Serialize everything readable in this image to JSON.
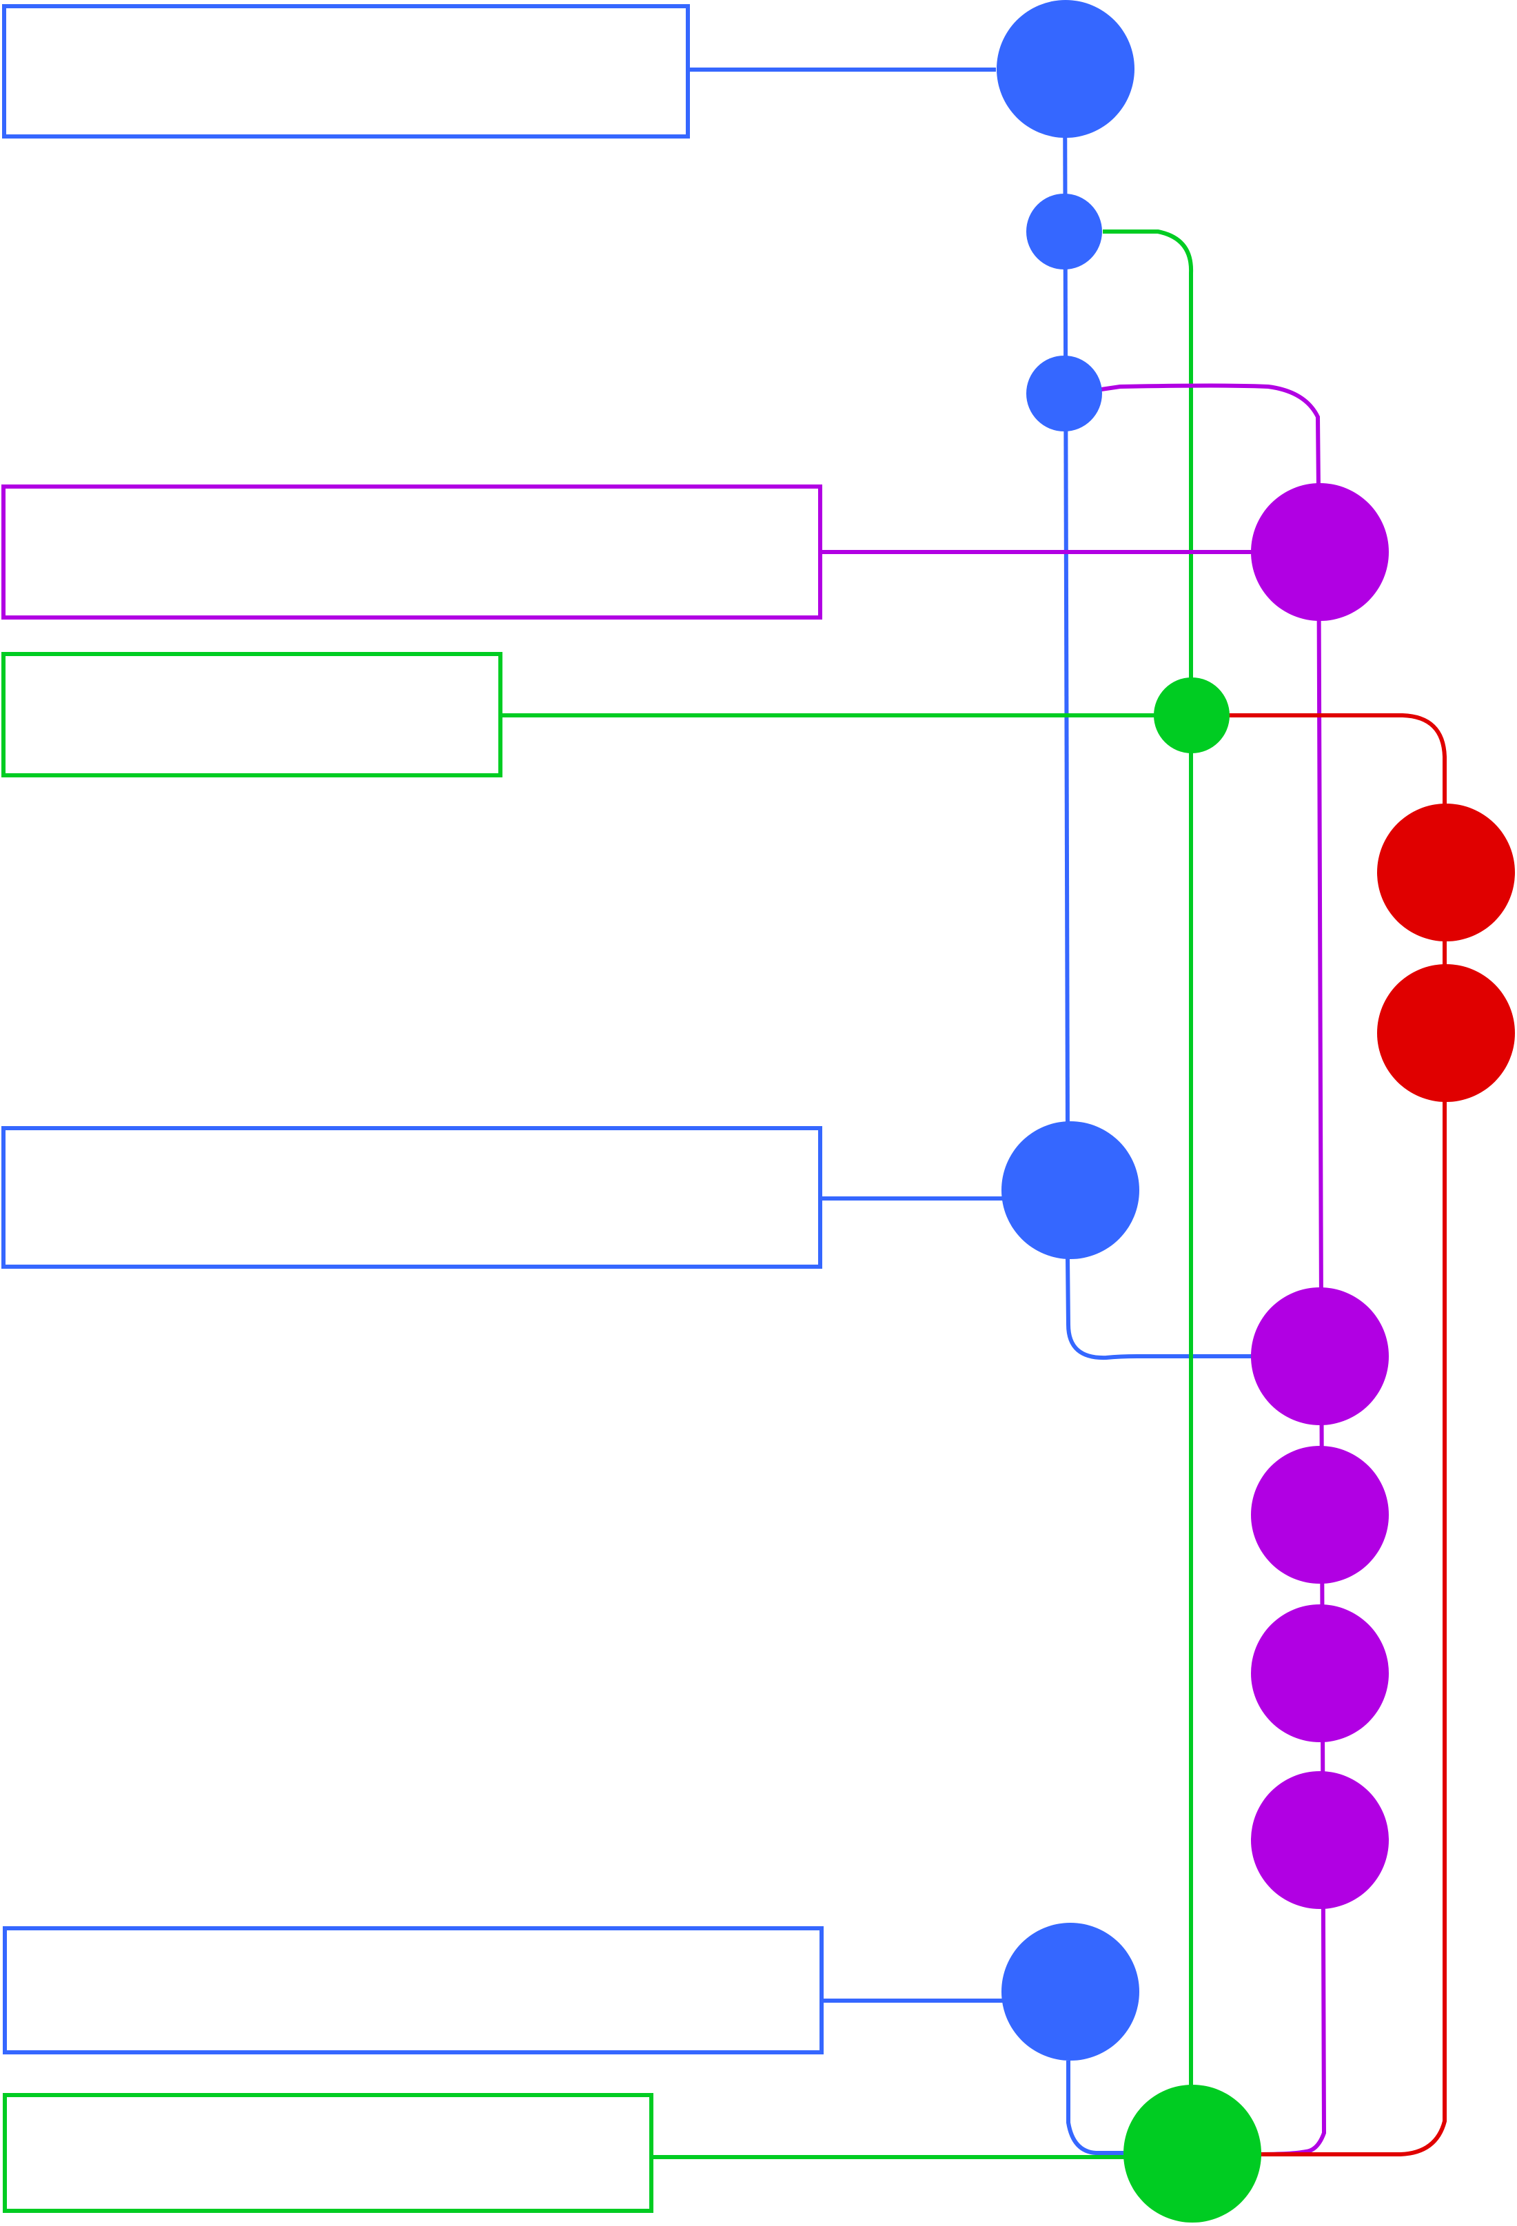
{
  "colors": {
    "blue": "#3567FF",
    "purple": "#B100E3",
    "green": "#00CC22",
    "red": "#E00000",
    "background": "#FFFFFF"
  },
  "branches": [
    {
      "name": "",
      "color": "blue"
    },
    {
      "name": "",
      "color": "purple"
    },
    {
      "name": "",
      "color": "green"
    },
    {
      "name": "",
      "color": "red"
    }
  ],
  "labels": [
    {
      "text": "",
      "color": "blue"
    },
    {
      "text": "",
      "color": "purple"
    },
    {
      "text": "",
      "color": "green"
    },
    {
      "text": "",
      "color": "blue"
    },
    {
      "text": "",
      "color": "blue"
    },
    {
      "text": "",
      "color": "green"
    }
  ],
  "commits": [
    {
      "branch": "blue",
      "kind": "large",
      "labeled": true
    },
    {
      "branch": "blue",
      "kind": "small"
    },
    {
      "branch": "blue",
      "kind": "small"
    },
    {
      "branch": "purple",
      "kind": "large",
      "labeled": true
    },
    {
      "branch": "green",
      "kind": "small",
      "labeled": true
    },
    {
      "branch": "red",
      "kind": "large"
    },
    {
      "branch": "red",
      "kind": "large"
    },
    {
      "branch": "blue",
      "kind": "large",
      "labeled": true
    },
    {
      "branch": "purple",
      "kind": "large"
    },
    {
      "branch": "purple",
      "kind": "large"
    },
    {
      "branch": "purple",
      "kind": "large"
    },
    {
      "branch": "purple",
      "kind": "large"
    },
    {
      "branch": "blue",
      "kind": "large",
      "labeled": true
    },
    {
      "branch": "green",
      "kind": "large",
      "labeled": true
    }
  ]
}
